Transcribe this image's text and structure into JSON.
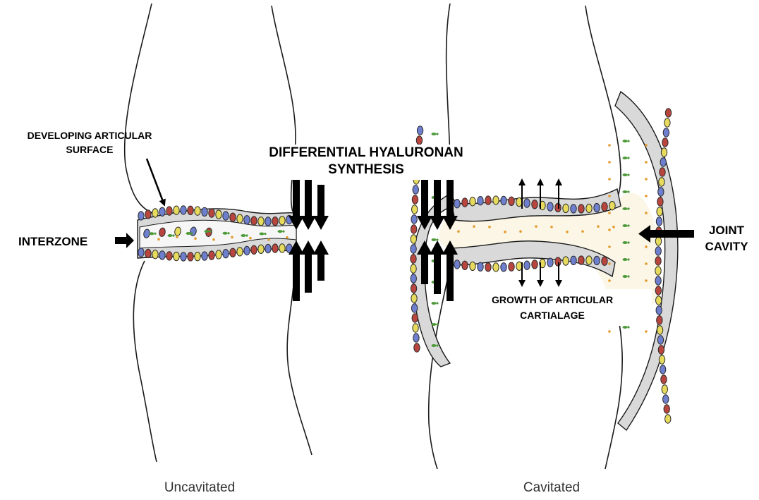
{
  "labels": {
    "developing_line1": "DEVELOPING ARTICULAR",
    "developing_line2": "SURFACE",
    "interzone": "INTERZONE",
    "differential_line1": "DIFFERENTIAL HYALURONAN",
    "differential_line2": "SYNTHESIS",
    "joint_line1": "JOINT",
    "joint_line2": "CAVITY",
    "growth_line1": "GROWTH OF ARTICULAR",
    "growth_line2": "CARTIALAGE"
  },
  "captions": {
    "left": "Uncavitated",
    "right": "Cavitated"
  },
  "colors": {
    "cell_blue": "#6e7fcf",
    "cell_red": "#b8463f",
    "cell_yellow": "#e6db5c",
    "cell_stroke": "#2a2a2a",
    "hyaluronan_green": "#4e9a3a",
    "cell_orange": "#e39a2a",
    "tissue_grey": "#d9d9d9",
    "cavity_fill": "#fbf6e6",
    "arrow": "#000000",
    "outline": "#1a1a1a"
  },
  "icons": {
    "thick_arrow": "block-arrow",
    "small_arrow": "thin-arrow",
    "cell": "oval-cell"
  }
}
